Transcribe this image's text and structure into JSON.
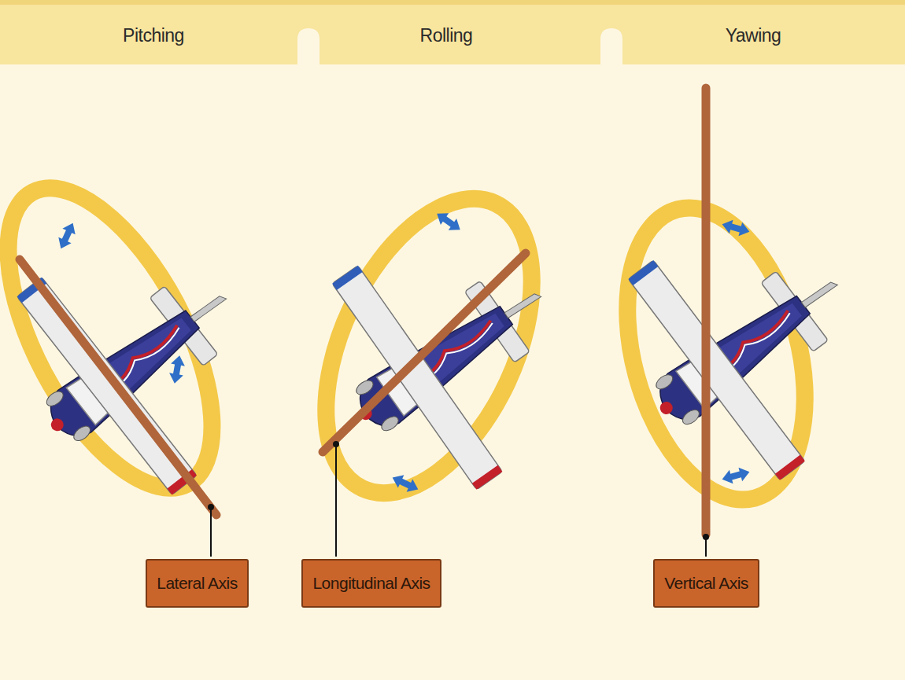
{
  "diagram": {
    "nodes": [
      {
        "text": [
          "Pitching"
        ]
      },
      {
        "text": [
          "Rolling"
        ]
      },
      {
        "text": [
          "Yawing"
        ]
      },
      {
        "text": [
          "Lateral Axis"
        ]
      },
      {
        "text": [
          "Longitudinal Axis"
        ]
      },
      {
        "text": [
          "Vertical Axis"
        ]
      }
    ]
  }
}
